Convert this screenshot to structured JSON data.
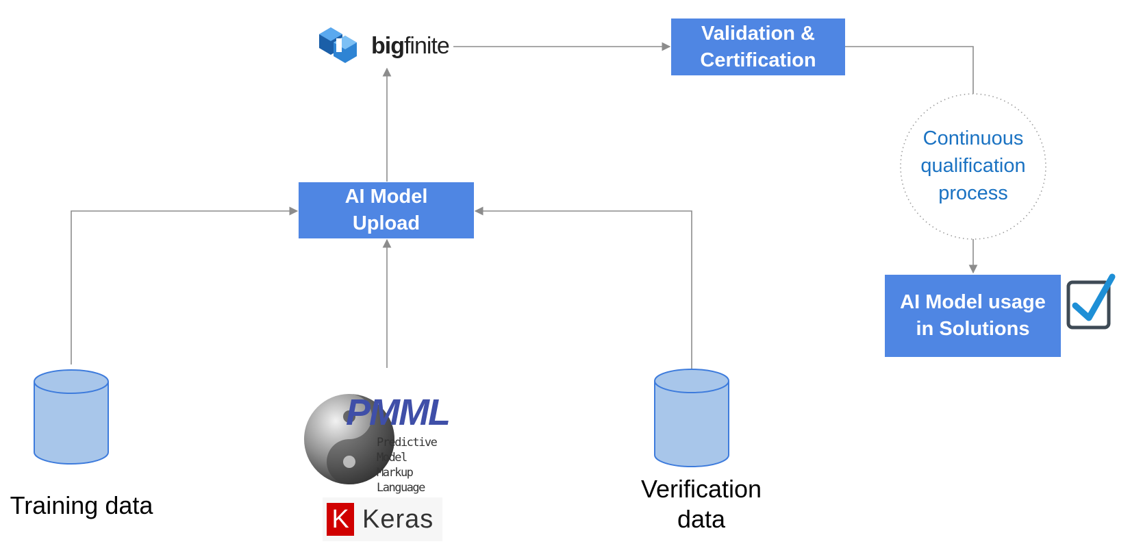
{
  "brand": {
    "big": "big",
    "finite": "finite",
    "icon": "bigfinite-logo-icon"
  },
  "boxes": {
    "validation": [
      "Validation &",
      "Certification"
    ],
    "upload": [
      "AI Model",
      "Upload"
    ],
    "usage": [
      "AI Model usage",
      "in Solutions"
    ]
  },
  "qualification": [
    "Continuous",
    "qualification",
    "process"
  ],
  "datasets": {
    "training": "Training data",
    "verification": [
      "Verification",
      "data"
    ]
  },
  "pmml": {
    "title": "PMML",
    "line1": "Predictive Model",
    "line2": "Markup Language"
  },
  "keras": {
    "letter": "K",
    "name": "Keras"
  },
  "colors": {
    "box_fill": "#4f86e3",
    "cylinder_fill": "#a8c6ea",
    "cylinder_stroke": "#3d7bdc",
    "circle_text": "#1a72c2",
    "connector": "#8c8c8c",
    "check": "#1e8fd6",
    "keras_red": "#d00000"
  }
}
